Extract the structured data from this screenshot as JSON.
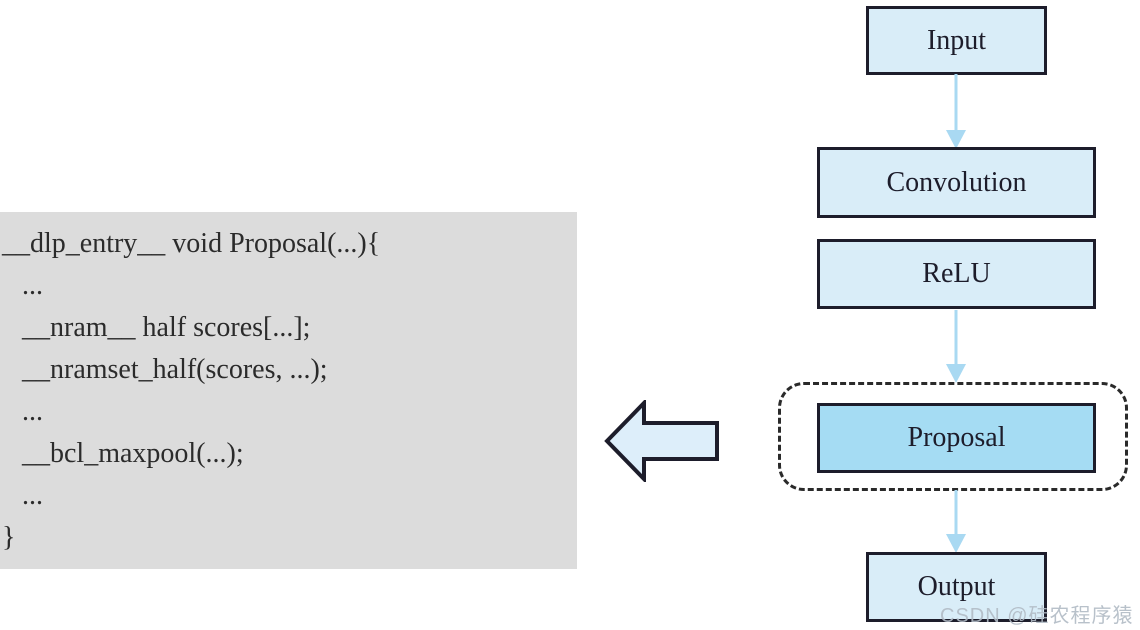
{
  "figure": {
    "code_panel": {
      "background": "#dcdcdc",
      "text_color": "#2b2b2b",
      "lines": [
        "__dlp_entry__ void Proposal(...){",
        "...",
        "__nram__ half scores[...];",
        "__nramset_half(scores, ...);",
        "...",
        "__bcl_maxpool(...);",
        "...",
        "}"
      ]
    },
    "flowchart": {
      "nodes": [
        {
          "id": "input",
          "label": "Input"
        },
        {
          "id": "convolution",
          "label": "Convolution"
        },
        {
          "id": "relu",
          "label": "ReLU"
        },
        {
          "id": "proposal",
          "label": "Proposal",
          "highlighted": true
        },
        {
          "id": "output",
          "label": "Output"
        }
      ],
      "node_fill": "#d9edf8",
      "highlight_fill": "#a5dcf3",
      "border_color": "#1d1d2b",
      "arrow_color": "#a9d9f2",
      "dashed_border_color": "#2a2a2a"
    },
    "block_arrow": {
      "direction": "left",
      "fill": "#ddeefa",
      "border_color": "#1d1d2b"
    },
    "watermark": {
      "text": "CSDN @硅农程序猿",
      "color": "#b0bac4"
    }
  }
}
